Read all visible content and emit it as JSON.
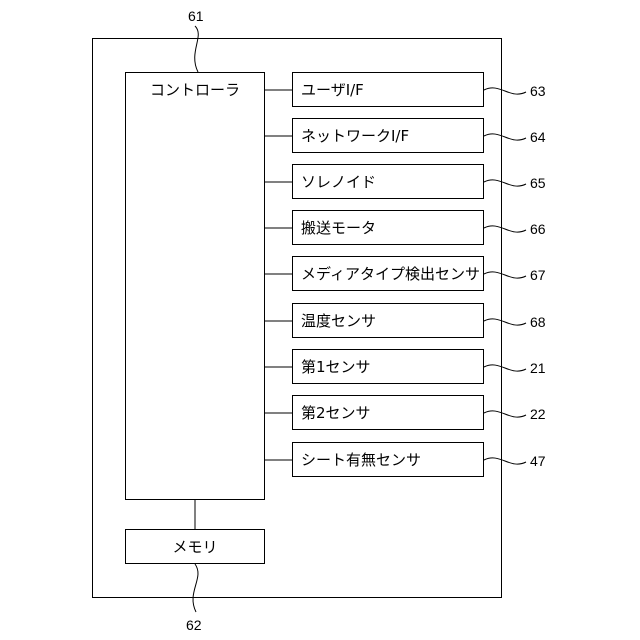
{
  "diagram": {
    "controller": {
      "label": "コントローラ",
      "ref": "61"
    },
    "memory": {
      "label": "メモリ",
      "ref": "62"
    },
    "peripherals": [
      {
        "label": "ユーザI/F",
        "ref": "63"
      },
      {
        "label": "ネットワークI/F",
        "ref": "64"
      },
      {
        "label": "ソレノイド",
        "ref": "65"
      },
      {
        "label": "搬送モータ",
        "ref": "66"
      },
      {
        "label": "メディアタイプ検出センサ",
        "ref": "67"
      },
      {
        "label": "温度センサ",
        "ref": "68"
      },
      {
        "label": "第1センサ",
        "ref": "21"
      },
      {
        "label": "第2センサ",
        "ref": "22"
      },
      {
        "label": "シート有無センサ",
        "ref": "47"
      }
    ]
  }
}
